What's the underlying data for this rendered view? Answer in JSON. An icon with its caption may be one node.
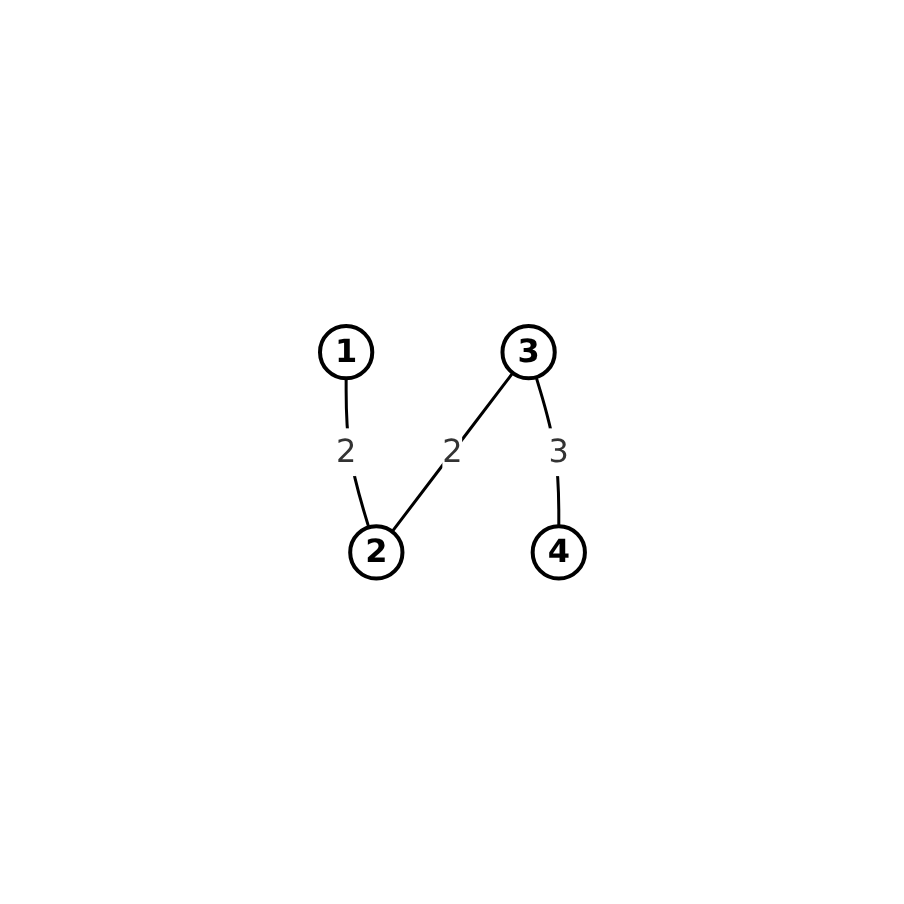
{
  "diagram": {
    "nodes": [
      {
        "text": [
          "1"
        ]
      },
      {
        "text": [
          "2"
        ]
      },
      {
        "text": [
          "3"
        ]
      },
      {
        "text": [
          "4"
        ]
      }
    ],
    "edges": [
      {
        "from": 0,
        "to": 1,
        "arrow": "none",
        "label": "2"
      },
      {
        "from": 2,
        "to": 1,
        "arrow": "none",
        "label": "2"
      },
      {
        "from": 2,
        "to": 3,
        "arrow": "none",
        "label": "3"
      }
    ]
  }
}
